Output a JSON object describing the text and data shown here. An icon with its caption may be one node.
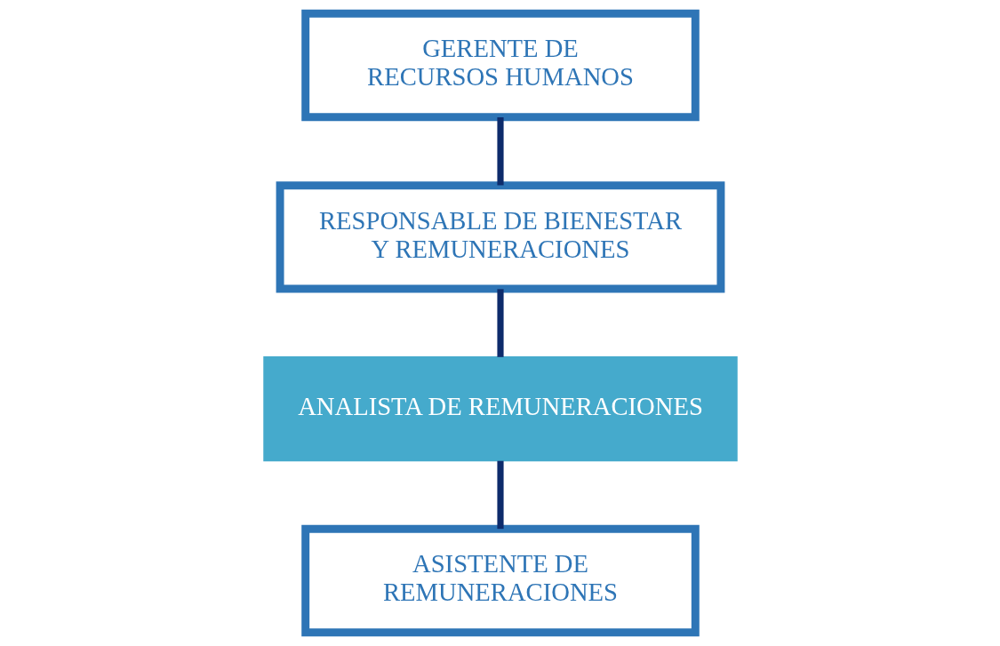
{
  "diagram": {
    "nodes": [
      {
        "text": [
          "GERENTE DE RECURSOS HUMANOS"
        ]
      },
      {
        "text": [
          "RESPONSABLE DE BIENESTAR Y REMUNERACIONES"
        ]
      },
      {
        "text": [
          "ANALISTA DE REMUNERACIONES"
        ]
      },
      {
        "text": [
          "ASISTENTE DE REMUNERACIONES"
        ]
      }
    ],
    "edges": [
      {
        "from": 0,
        "to": 1,
        "arrow": "none"
      },
      {
        "from": 1,
        "to": 2,
        "arrow": "none"
      },
      {
        "from": 2,
        "to": 3,
        "arrow": "none"
      }
    ]
  }
}
